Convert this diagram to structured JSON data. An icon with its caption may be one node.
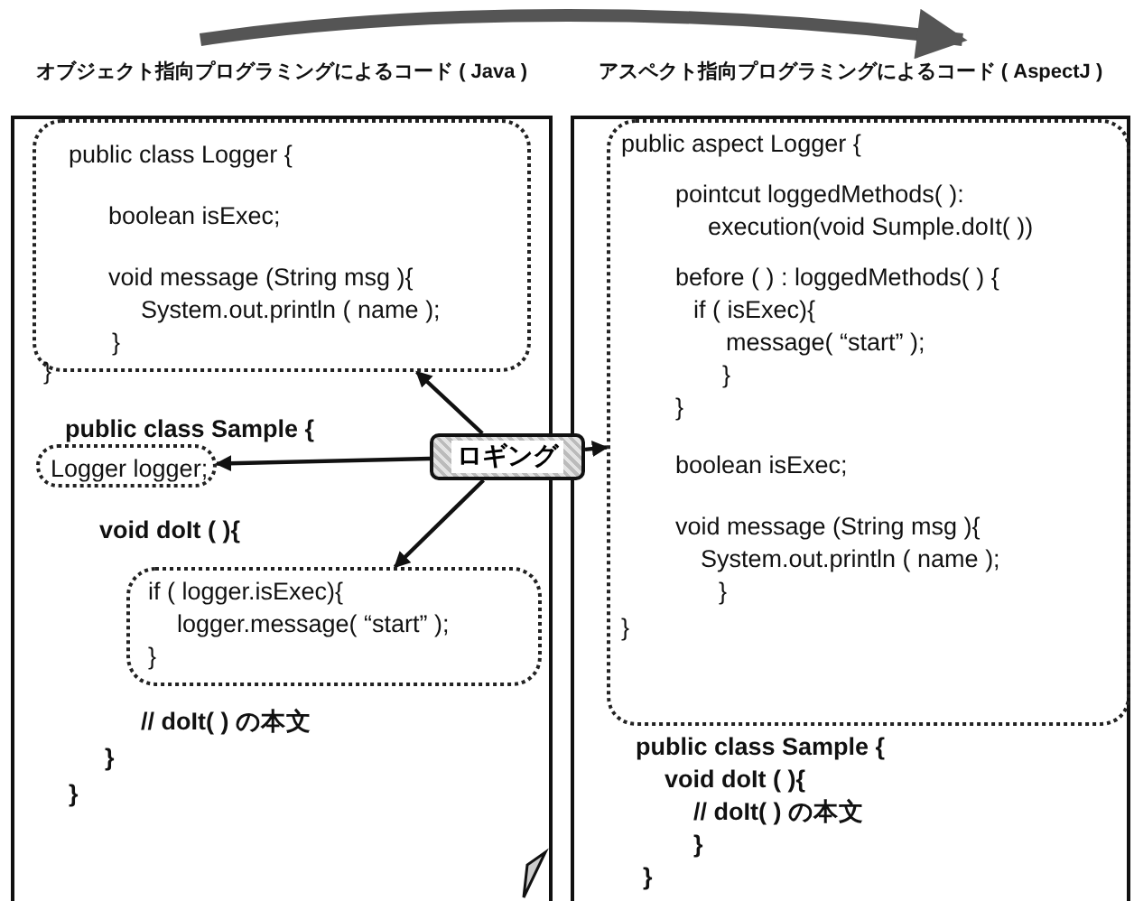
{
  "diagram": {
    "nodes": [
      {
        "text": [
          "オブジェクト指向プログラミングによるコード ( Java )",
          "public class Sample {",
          "void doIt ( ){",
          "// doIt( ) の本文",
          "}",
          "}"
        ]
      },
      {
        "text": [
          "public class Logger {",
          "boolean isExec;",
          "void message (String msg ){",
          "System.out.println ( name );",
          "}",
          "}"
        ],
        "in": 0
      },
      {
        "text": [
          "Logger logger;"
        ],
        "in": 0
      },
      {
        "text": [
          "if ( logger.isExec){",
          "logger.message( “start” );",
          "}"
        ],
        "in": 0
      },
      {
        "text": [
          "アスペクト指向プログラミングによるコード ( AspectJ )",
          "public class Sample {",
          "void doIt ( ){",
          "// doIt( ) の本文",
          "}",
          "}"
        ]
      },
      {
        "text": [
          "public aspect Logger {",
          "pointcut loggedMethods( ):",
          "execution(void Sumple.doIt( ))",
          "before ( ) : loggedMethods( ) {",
          "if ( isExec){",
          "message( “start” );",
          "}",
          "}",
          "boolean isExec;",
          "void message (String msg ){",
          "System.out.println ( name );",
          "}",
          "}"
        ],
        "in": 4
      },
      {
        "text": [
          "ロギング"
        ]
      }
    ],
    "edges": [
      {
        "from": 0,
        "to": 4,
        "arrow": "to",
        "style": "thick"
      },
      {
        "from": 6,
        "to": 1,
        "arrow": "to"
      },
      {
        "from": 6,
        "to": 2,
        "arrow": "to"
      },
      {
        "from": 6,
        "to": 3,
        "arrow": "to"
      },
      {
        "from": 6,
        "to": 5,
        "arrow": "to"
      }
    ]
  }
}
